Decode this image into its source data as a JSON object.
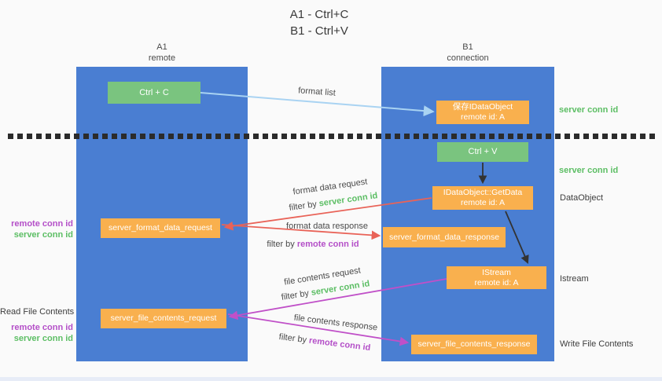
{
  "title": {
    "line1": "A1 - Ctrl+C",
    "line2": "B1 - Ctrl+V"
  },
  "lanes": {
    "left": {
      "title": "A1",
      "subtitle": "remote"
    },
    "right": {
      "title": "B1",
      "subtitle": "connection"
    }
  },
  "nodes": {
    "ctrl_c": {
      "label": "Ctrl + C"
    },
    "save_dataobject": {
      "line1": "保存IDataObject",
      "line2": "remote id: A"
    },
    "ctrl_v": {
      "label": "Ctrl + V"
    },
    "getdata": {
      "line1": "IDataObject::GetData",
      "line2": "remote id: A"
    },
    "format_request": {
      "label": "server_format_data_request"
    },
    "format_response": {
      "label": "server_format_data_response"
    },
    "istream": {
      "line1": "IStream",
      "line2": "remote id: A"
    },
    "file_request": {
      "label": "server_file_contents_request"
    },
    "file_response": {
      "label": "server_file_contents_response"
    }
  },
  "side_labels": {
    "right": {
      "server_conn_id_top": "server conn id",
      "server_conn_id_mid": "server conn id",
      "dataobject": "DataObject",
      "istream": "Istream",
      "write_file_contents": "Write File Contents"
    },
    "left": {
      "remote_conn_id_top": "remote conn id",
      "server_conn_id_top": "server conn id",
      "read_file_contents": "Read File Contents",
      "remote_conn_id_bottom": "remote conn id",
      "server_conn_id_bottom": "server conn id"
    }
  },
  "arrows": {
    "format_list": {
      "label": "format list"
    },
    "format_data_request": {
      "label": "format data request",
      "filter_prefix": "filter by",
      "filter_value": "server conn id"
    },
    "format_data_response": {
      "label": "format data response",
      "filter_prefix": "filter by",
      "filter_value": "remote conn id"
    },
    "file_contents_request": {
      "label": "file contents request",
      "filter_prefix": "filter by",
      "filter_value": "server conn id"
    },
    "file_contents_response": {
      "label": "file contents response",
      "filter_prefix": "filter by",
      "filter_value": "remote conn id"
    }
  },
  "colors": {
    "lane_blue": "#4a7ed2",
    "node_green": "#7ac47f",
    "node_orange": "#f9b04e",
    "green_text": "#5cbe64",
    "purple_text": "#b44fc8",
    "red_arrow": "#e96358",
    "magenta_arrow": "#c050c8",
    "lightblue_arrow": "#a9d3f2",
    "black_arrow": "#333333"
  }
}
